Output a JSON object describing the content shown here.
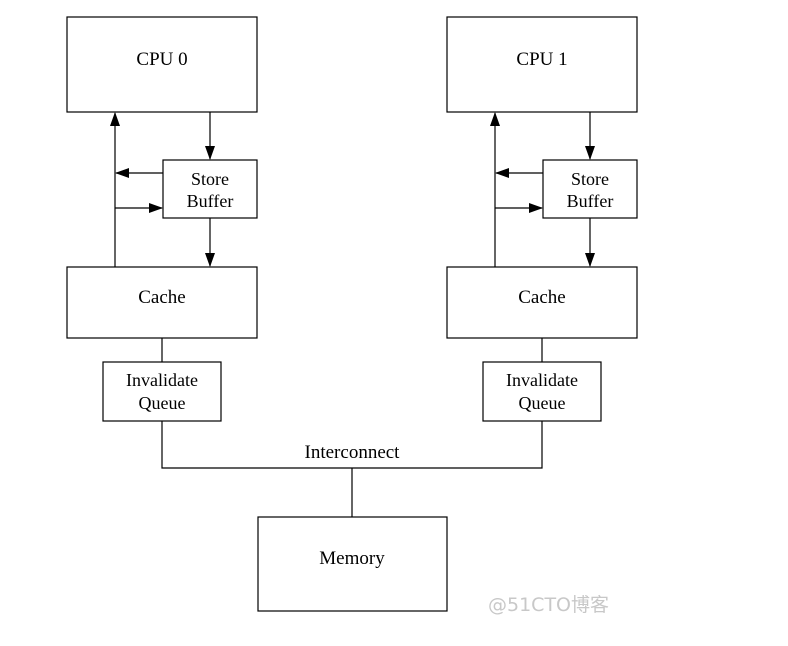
{
  "cpu0": {
    "label": "CPU 0",
    "store_buffer": [
      "Store",
      "Buffer"
    ],
    "cache": "Cache",
    "invalidate_queue": [
      "Invalidate",
      "Queue"
    ]
  },
  "cpu1": {
    "label": "CPU 1",
    "store_buffer": [
      "Store",
      "Buffer"
    ],
    "cache": "Cache",
    "invalidate_queue": [
      "Invalidate",
      "Queue"
    ]
  },
  "interconnect": "Interconnect",
  "memory": "Memory",
  "watermark": "@51CTO博客"
}
